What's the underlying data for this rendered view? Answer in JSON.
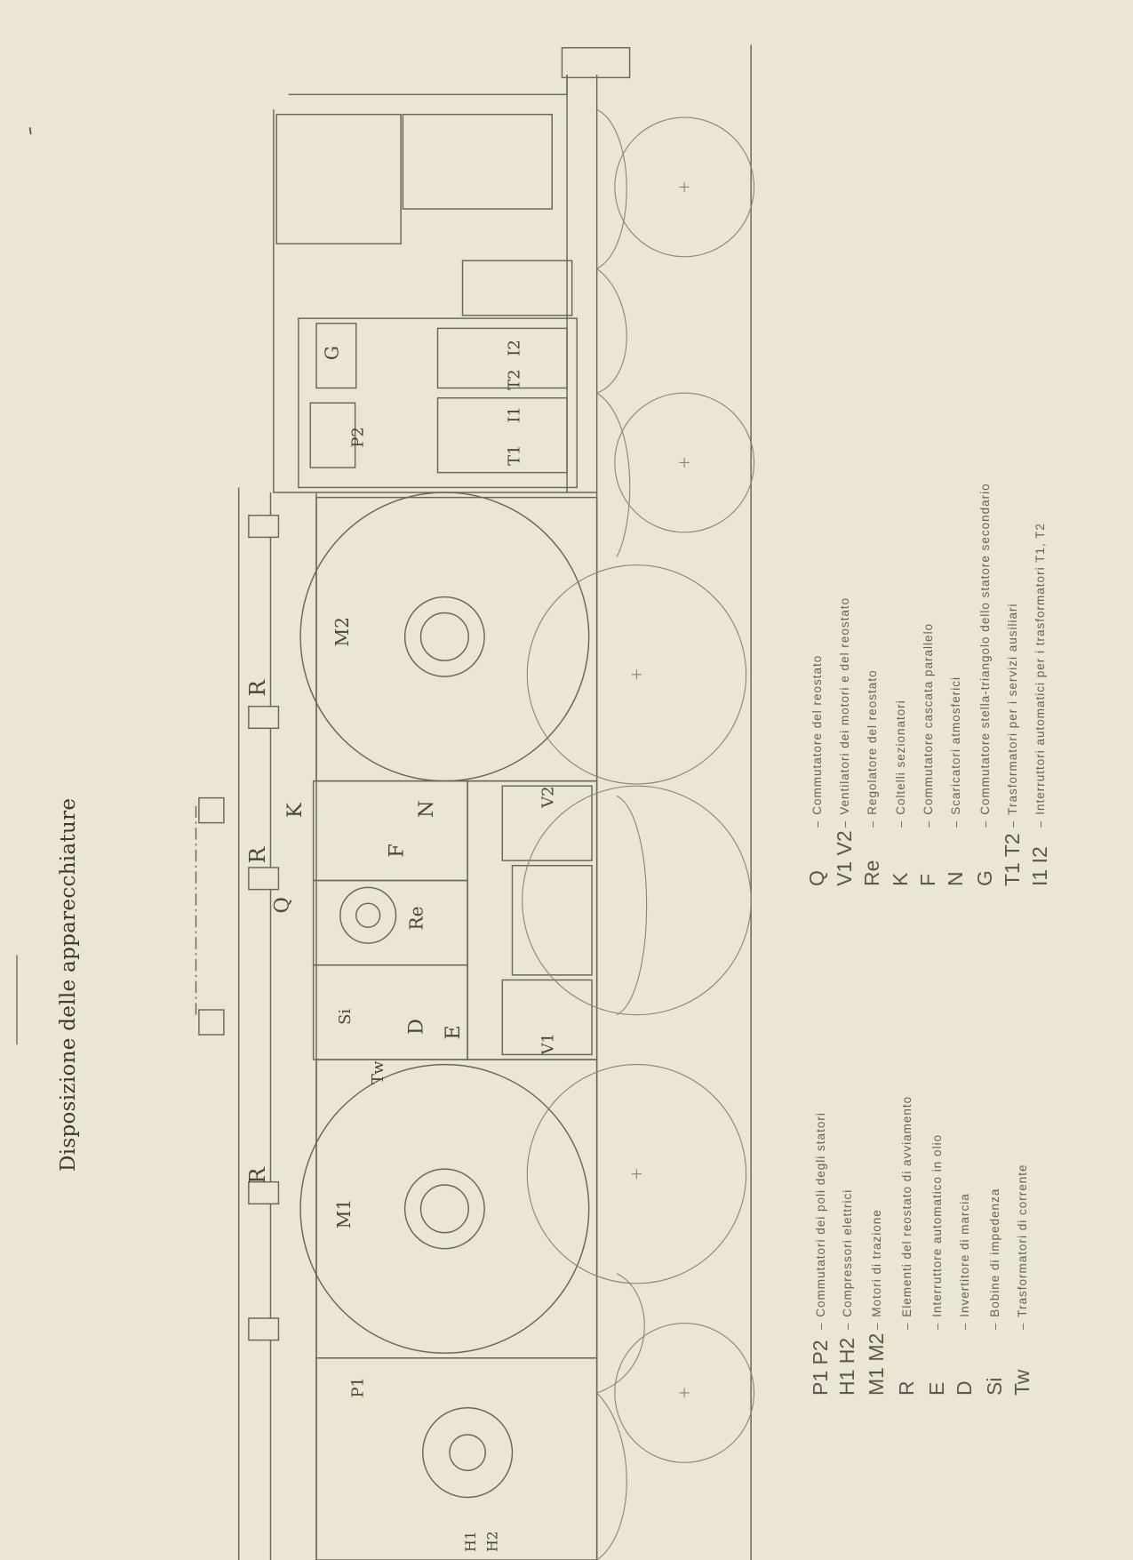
{
  "title": "Disposizione delle apparecchiature",
  "diagram_labels": {
    "R1": "R",
    "R2": "R",
    "R3": "R",
    "Q": "Q",
    "K": "K",
    "M1": "M1",
    "M2": "M2",
    "Re": "Re",
    "Si": "Si",
    "D": "D",
    "E": "E",
    "F": "F",
    "N": "N",
    "V1": "V1",
    "V2": "V2",
    "Tw": "Tw",
    "P1": "P1",
    "P2": "P2",
    "G": "G",
    "T1": "T1",
    "T2": "T2",
    "I1": "I1",
    "I2": "I2",
    "H1": "H1",
    "H2": "H2"
  },
  "legend_left": [
    {
      "sym": "P1 P2",
      "desc": "Commutatori dei poli degli statori"
    },
    {
      "sym": "H1 H2",
      "desc": "Compressori elettrici"
    },
    {
      "sym": "M1 M2",
      "desc": "Motori di trazione"
    },
    {
      "sym": "R",
      "desc": "Elementi del reostato di avviamento"
    },
    {
      "sym": "E",
      "desc": "Interruttore automatico in olio"
    },
    {
      "sym": "D",
      "desc": "Invertitore di marcia"
    },
    {
      "sym": "Si",
      "desc": "Bobine di impedenza"
    },
    {
      "sym": "Tw",
      "desc": "Trasformatori di corrente"
    }
  ],
  "legend_right": [
    {
      "sym": "Q",
      "desc": "Commutatore del reostato"
    },
    {
      "sym": "V1 V2",
      "desc": "Ventilatori dei motori e del reostato"
    },
    {
      "sym": "Re",
      "desc": "Regolatore del reostato"
    },
    {
      "sym": "K",
      "desc": "Coltelli sezionatori"
    },
    {
      "sym": "F",
      "desc": "Commutatore cascata parallelo"
    },
    {
      "sym": "N",
      "desc": "Scaricatori atmosferici"
    },
    {
      "sym": "G",
      "desc": "Commutatore stella-triangolo dello statore secondario"
    },
    {
      "sym": "T1 T2",
      "desc": "Trasformatori per i servizi ausiliari"
    },
    {
      "sym": "I1 I2",
      "desc": "Interruttori automatici per i trasformatori T1, T2"
    }
  ]
}
